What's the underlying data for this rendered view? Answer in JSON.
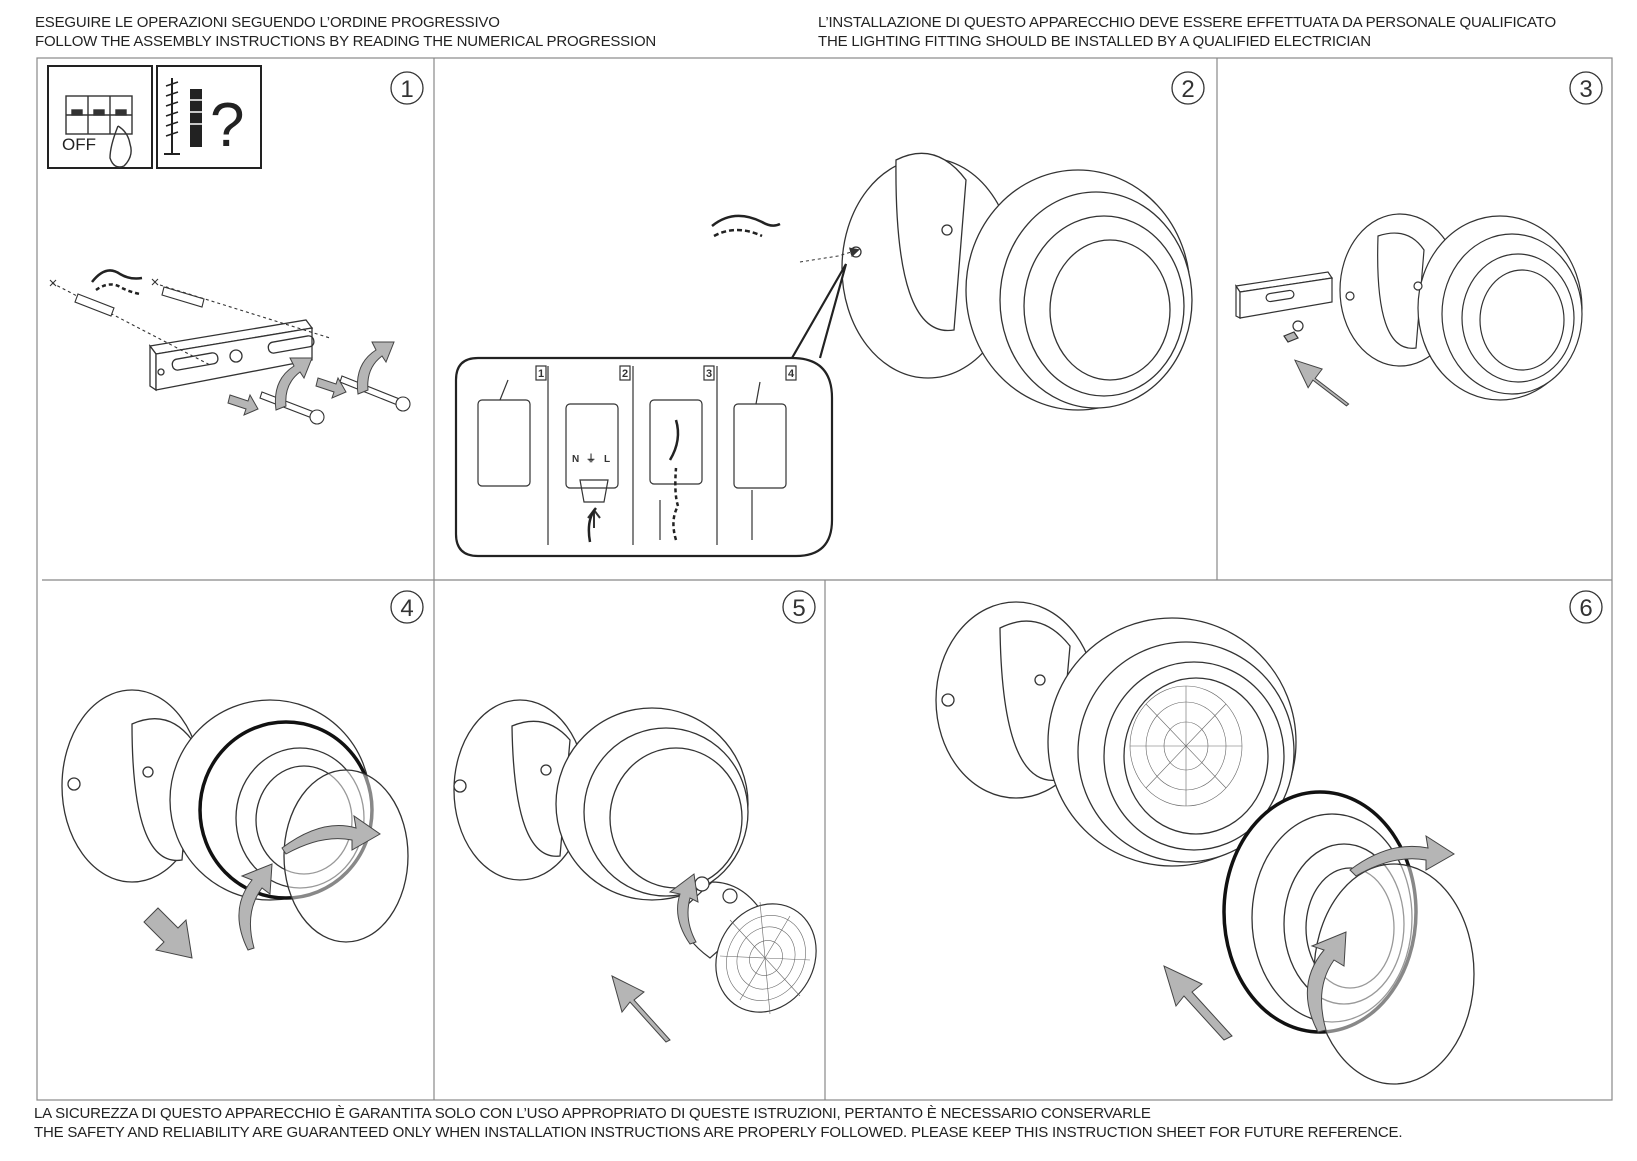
{
  "header": {
    "left": {
      "line1": "ESEGUIRE LE OPERAZIONI SEGUENDO L’ORDINE PROGRESSIVO",
      "line2": "FOLLOW THE ASSEMBLY INSTRUCTIONS BY READING THE NUMERICAL PROGRESSION"
    },
    "right": {
      "line1": "L’INSTALLAZIONE DI QUESTO APPARECCHIO DEVE ESSERE EFFETTUATA DA PERSONALE QUALIFICATO",
      "line2": "THE LIGHTING FITTING SHOULD BE INSTALLED BY A QUALIFIED ELECTRICIAN"
    }
  },
  "footer": {
    "line1": "LA SICUREZZA DI QUESTO APPARECCHIO È GARANTITA SOLO CON L’USO APPROPRIATO DI QUESTE ISTRUZIONI, PERTANTO È NECESSARIO CONSERVARLE",
    "line2": "THE SAFETY AND RELIABILITY ARE GUARANTEED ONLY WHEN INSTALLATION INSTRUCTIONS ARE PROPERLY FOLLOWED. PLEASE KEEP THIS INSTRUCTION SHEET FOR FUTURE REFERENCE."
  },
  "steps": [
    "1",
    "2",
    "3",
    "4",
    "5",
    "6"
  ],
  "icons": {
    "off_label": "OFF",
    "question_mark": "?",
    "power_off_icon": "breaker-off-icon",
    "tools_icon": "screw-plug-icon"
  },
  "wiring_substeps": [
    "1",
    "2",
    "3",
    "4"
  ],
  "terminal_labels": {
    "neutral": "N",
    "earth": "⏚",
    "line": "L"
  },
  "colors": {
    "line": "#333333",
    "arrow": "#b5b5b5",
    "frame": "#888888"
  }
}
